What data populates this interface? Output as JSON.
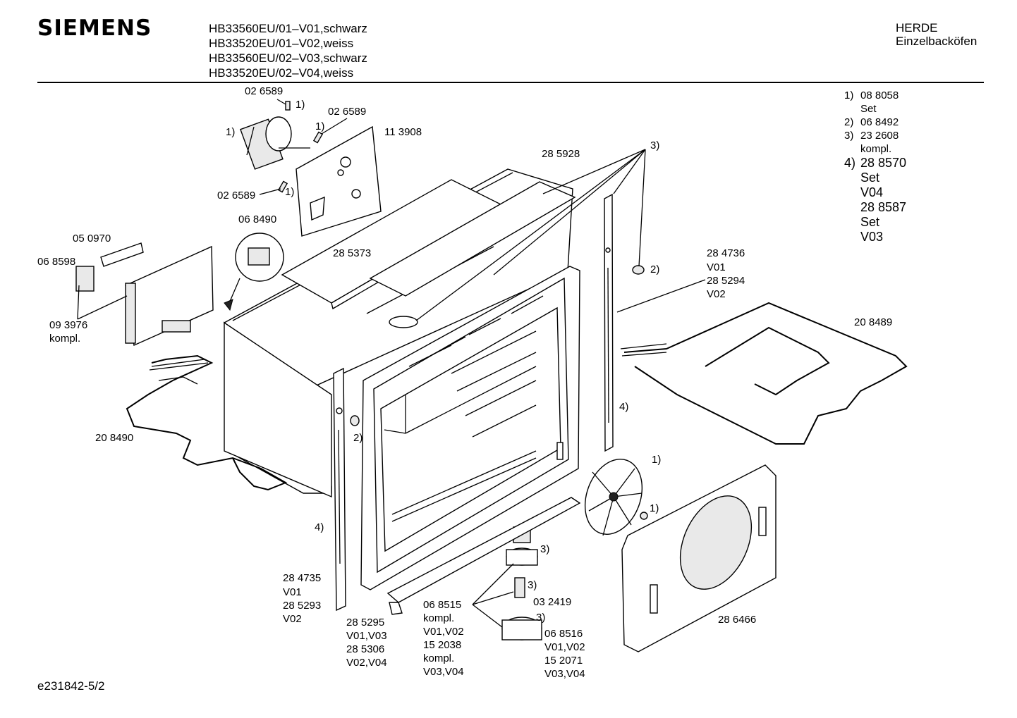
{
  "header": {
    "brand": "SIEMENS",
    "models": [
      "HB33560EU/01–V01,schwarz",
      "HB33520EU/01–V02,weiss",
      "HB33560EU/02–V03,schwarz",
      "HB33520EU/02–V04,weiss"
    ],
    "category_line1": "HERDE",
    "category_line2": "Einzelbacköfen"
  },
  "legend": [
    {
      "key": "1)",
      "lines": [
        "08 8058",
        "Set"
      ]
    },
    {
      "key": "2)",
      "lines": [
        "06 8492"
      ]
    },
    {
      "key": "3)",
      "lines": [
        "23 2608",
        "kompl."
      ]
    },
    {
      "key": "4)",
      "lines": [
        "28 8570",
        "Set",
        "V04",
        "28 8587",
        "Set",
        "V03"
      ]
    }
  ],
  "labels": {
    "p026589a": "02 6589",
    "m1a": "1)",
    "p026589b": "02 6589",
    "m1b": "1)",
    "m1c": "1)",
    "p113908": "11 3908",
    "p026589c": "02 6589",
    "m1d": "1)",
    "p285928": "28 5928",
    "m3a": "3)",
    "p050970": "05 0970",
    "p068490": "06 8490",
    "p068598": "06 8598",
    "p285373": "28 5373",
    "m2a": "2)",
    "p284736": "28 4736",
    "v01a": "V01",
    "p285294": "28 5294",
    "v02a": "V02",
    "p093976": "09 3976",
    "kompl_a": "kompl.",
    "p208489": "20 8489",
    "m4a": "4)",
    "m2b": "2)",
    "p208490": "20 8490",
    "m1e": "1)",
    "m1f": "1)",
    "m4b": "4)",
    "m3b": "3)",
    "m3c": "3)",
    "p284735": "28 4735",
    "v01b": "V01",
    "p285293": "28 5293",
    "v02b": "V02",
    "p032419": "03 2419",
    "p068515": "06 8515",
    "kompl_b": "kompl.",
    "v0102a": "V01,V02",
    "p152038": "15 2038",
    "kompl_c": "kompl.",
    "v0304a": "V03,V04",
    "m3d": "3)",
    "p285295": "28 5295",
    "v0103": "V01,V03",
    "p285306": "28 5306",
    "v0204": "V02,V04",
    "p068516": "06 8516",
    "v0102b": "V01,V02",
    "p152071": "15 2071",
    "v0304b": "V03,V04",
    "p286466": "28 6466"
  },
  "footer": {
    "doc_id": "e231842-5/2"
  }
}
